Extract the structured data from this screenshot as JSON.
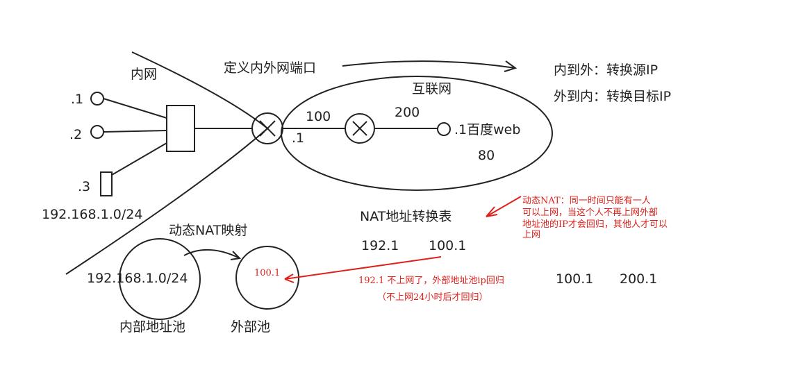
{
  "labels": {
    "intranet": "内网",
    "define_ports": "定义内外网端口",
    "internet": "互联网",
    "in_to_out": "内到外：转换源IP",
    "out_to_in": "外到内：转换目标IP",
    "host1": ".1",
    "host2": ".2",
    "host3": ".3",
    "subnet": "192.168.1.0/24",
    "router_inside": ".1",
    "link_100": "100",
    "link_200": "200",
    "baidu": ".1百度web",
    "port": "80",
    "dynamic_nat_mapping": "动态NAT映射",
    "nat_table_title": "NAT地址转换表",
    "row1_in": "192.1",
    "row1_out": "100.1",
    "row2_a": "100.1",
    "row2_b": "200.1",
    "inner_pool_addr": "192.168.1.0/24",
    "outer_pool_addr": "100.1",
    "inner_pool": "内部地址池",
    "outer_pool": "外部池"
  },
  "notes": {
    "dynamic_nat_1": "动态NAT：同一时间只能有一人",
    "dynamic_nat_2": "可以上网，当这个人不再上网外部",
    "dynamic_nat_3": "地址池的IP才会回归，其他人才可以",
    "dynamic_nat_4": "上网",
    "release_1": "192.1 不上网了，外部地址池ip回归",
    "release_2": "（不上网24小时后才回归）"
  },
  "colors": {
    "annotation": "#e0201b",
    "ink": "#222222"
  }
}
